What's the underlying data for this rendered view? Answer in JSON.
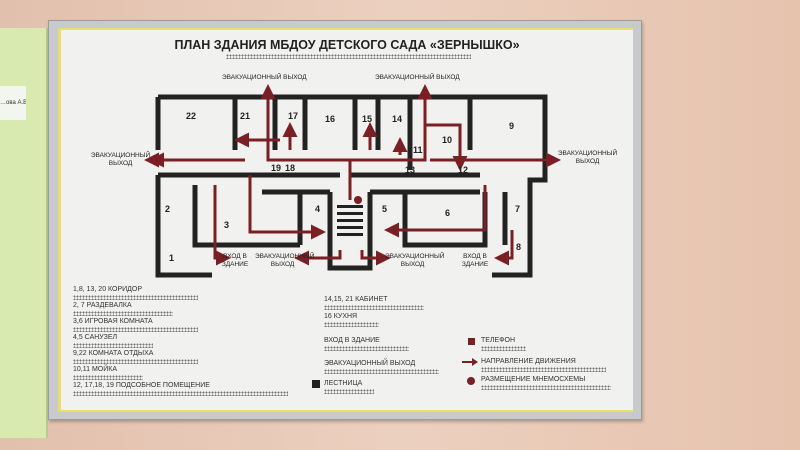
{
  "nameplate": "…ова А.В",
  "sign": {
    "title": "ПЛАН ЗДАНИЯ МБДОУ ДЕТСКОГО САДА «ЗЕРНЫШКО»",
    "exits": {
      "top_left": "ЭВАКУАЦИОННЫЙ ВЫХОД",
      "top_right": "ЭВАКУАЦИОННЫЙ ВЫХОД",
      "left": "ЭВАКУАЦИОННЫЙ ВЫХОД",
      "right": "ЭВАКУАЦИОННЫЙ ВЫХОД",
      "bottom_left": "ЭВАКУАЦИОННЫЙ ВЫХОД",
      "bottom_right": "ЭВАКУАЦИОННЫЙ ВЫХОД",
      "entrance_left": "ВХОД В ЗДАНИЕ",
      "entrance_right": "ВХОД В ЗДАНИЕ"
    },
    "rooms": [
      "22",
      "21",
      "17",
      "16",
      "15",
      "14",
      "10",
      "11",
      "9",
      "12",
      "13",
      "19",
      "18",
      "2",
      "3",
      "4",
      "5",
      "6",
      "7",
      "8",
      "1"
    ],
    "legend_rooms": [
      "1,8, 13, 20 КОРИДОР",
      "2, 7 РАЗДЕВАЛКА",
      "3,6 ИГРОВАЯ КОМНАТА",
      "4,5 САНУЗЕЛ",
      "9,22 КОМНАТА ОТДЫХА",
      "10,11 МОЙКА",
      "12, 17,18, 19 ПОДСОБНОЕ ПОМЕЩЕНИЕ",
      "14,15, 21 КАБИНЕТ",
      "16 КУХНЯ"
    ],
    "legend_symbols": {
      "entrance": "ВХОД В ЗДАНИЕ",
      "evac": "ЭВАКУАЦИОННЫЙ ВЫХОД",
      "stairs": "ЛЕСТНИЦА",
      "phone": "ТЕЛЕФОН",
      "direction": "НАПРАВЛЕНИЕ ДВИЖЕНИЯ",
      "location": "РАЗМЕЩЕНИЕ МНЕМОСХЕМЫ"
    }
  },
  "colors": {
    "wall": "#222222",
    "arrow": "#7a1f24",
    "background": "#e9c8b4"
  }
}
